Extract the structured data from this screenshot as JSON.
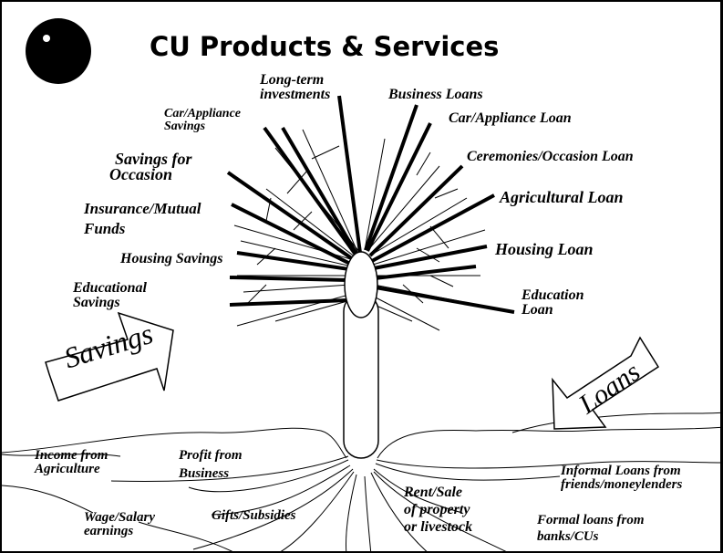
{
  "title": "CU Products & Services",
  "savings_arrow": "Savings",
  "loans_arrow": "Loans",
  "savings": {
    "long_term": [
      "Long-term",
      "investments"
    ],
    "car_appliance": [
      "Car/Appliance",
      "Savings"
    ],
    "occasion": [
      "Savings for",
      "Occasion"
    ],
    "insurance": [
      "Insurance/Mutual",
      "Funds"
    ],
    "housing": "Housing Savings",
    "education": [
      "Educational",
      "Savings"
    ]
  },
  "loans": {
    "business": "Business Loans",
    "car_appliance": "Car/Appliance Loan",
    "ceremonies": "Ceremonies/Occasion Loan",
    "agricultural": "Agricultural Loan",
    "housing": "Housing Loan",
    "education": [
      "Education",
      "Loan"
    ]
  },
  "roots": {
    "income_agriculture": [
      "Income from",
      "Agriculture"
    ],
    "profit_business": [
      "Profit from",
      "Business"
    ],
    "wage_salary": [
      "Wage/Salary",
      "earnings"
    ],
    "gifts_subsidies": "Gifts/Subsidies",
    "rent_sale": [
      "Rent/Sale",
      "of property",
      "or livestock"
    ],
    "informal_loans": [
      "Informal Loans from",
      "friends/moneylenders"
    ],
    "formal_loans": [
      "Formal loans from",
      "banks/CUs"
    ]
  }
}
